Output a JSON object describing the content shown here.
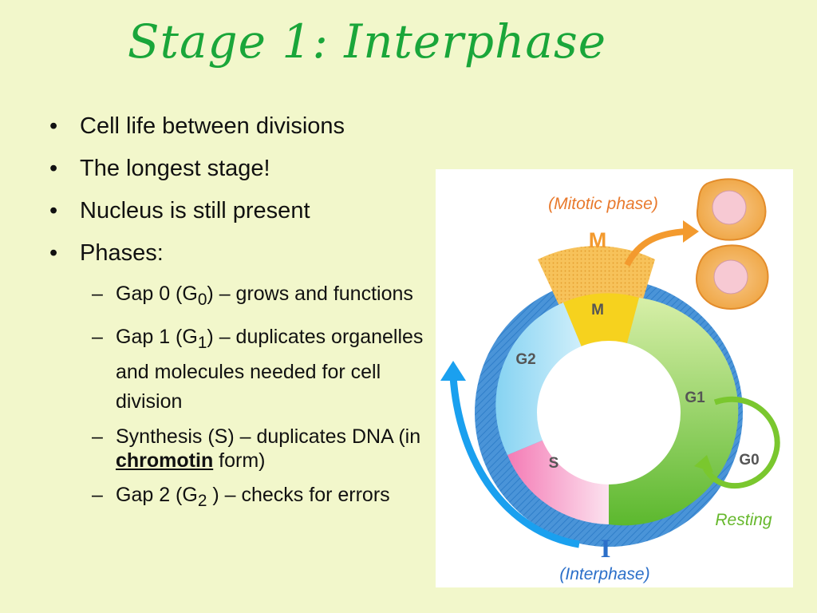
{
  "slide": {
    "title": "Stage 1: Interphase",
    "bullets": [
      "Cell life between divisions",
      "The longest stage!",
      "Nucleus is still present",
      "Phases:"
    ],
    "phases": [
      {
        "pre": "Gap 0 (G",
        "sub": "0",
        "post": ") – grows and functions"
      },
      {
        "pre": "Gap 1 (G",
        "sub": "1",
        "post": ") – duplicates organelles and molecules needed for cell division"
      },
      {
        "pre": "Synthesis (S) – duplicates DNA (in ",
        "keyword": "chromotin",
        "post": " form)"
      },
      {
        "pre": "Gap 2 (G",
        "sub": "2",
        "post": " ) – checks for errors"
      }
    ]
  },
  "diagram": {
    "mitotic_label": "(Mitotic phase)",
    "m_label": "M",
    "inner_m": "M",
    "g1": "G1",
    "g2": "G2",
    "s": "S",
    "g0": "G0",
    "resting": "Resting",
    "i_label": "I",
    "interphase_label": "(Interphase)",
    "colors": {
      "title": "#1aa63a",
      "background": "#f2f7cb",
      "outer_ring": "#3f8fd6",
      "g1": "#8fd14f",
      "s": "#f48fbf",
      "g2": "#a8dff5",
      "m": "#f5d020",
      "mitotic": "#f39a2e",
      "arrow_blue": "#1aa0ef",
      "arrow_green": "#7ac72e"
    }
  }
}
